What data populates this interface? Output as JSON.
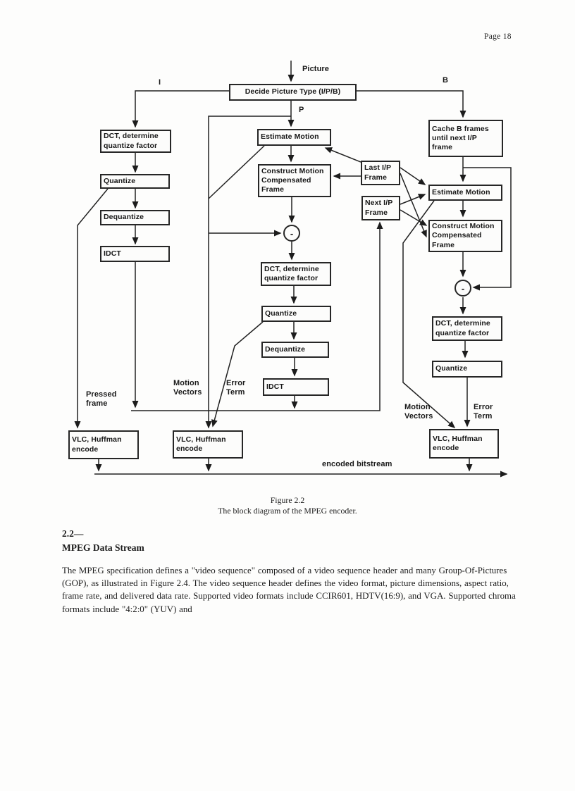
{
  "page": {
    "number_label": "Page 18"
  },
  "diagram": {
    "labels": {
      "picture": "Picture",
      "branch_i": "I",
      "branch_b": "B",
      "branch_p": "P",
      "pressed_frame": "Pressed\nframe",
      "motion_vectors_mid": "Motion\nVectors",
      "error_term_mid": "Error\nTerm",
      "motion_vectors_right": "Motion\nVectors",
      "error_term_right": "Error\nTerm",
      "encoded_bitstream": "encoded bitstream",
      "minus": "-"
    },
    "boxes": {
      "decide": "Decide Picture Type (I/P/B)",
      "dct_left": "DCT, determine\nquantize factor",
      "quantize_left": "Quantize",
      "dequantize_left": "Dequantize",
      "idct_left": "IDCT",
      "estimate_mid": "Estimate Motion",
      "construct_mid": "Construct Motion\nCompensated\nFrame",
      "dct_mid": "DCT, determine\nquantize factor",
      "quantize_mid": "Quantize",
      "dequantize_mid": "Dequantize",
      "idct_mid": "IDCT",
      "last_ip": "Last I/P\nFrame",
      "next_ip": "Next I/P\nFrame",
      "cache_b": "Cache B frames\nuntil next I/P\nframe",
      "estimate_right": "Estimate Motion",
      "construct_right": "Construct Motion\nCompensated\nFrame",
      "dct_right": "DCT, determine\nquantize factor",
      "quantize_right": "Quantize",
      "vlc_left": "VLC, Huffman\nencode",
      "vlc_mid": "VLC, Huffman\nencode",
      "vlc_right": "VLC, Huffman\nencode"
    }
  },
  "caption": {
    "line1": "Figure 2.2",
    "line2": "The block diagram of the MPEG encoder."
  },
  "section": {
    "number": "2.2—",
    "title": "MPEG Data Stream"
  },
  "body": {
    "paragraph": "The MPEG specification defines a \"video sequence\" composed of a video sequence header and many Group-Of-Pictures (GOP), as illustrated in Figure 2.4. The video sequence header defines the video format, picture dimensions, aspect ratio, frame rate, and delivered data rate. Supported video formats include CCIR601, HDTV(16:9), and VGA. Supported chroma formats include \"4:2:0\" (YUV) and"
  }
}
